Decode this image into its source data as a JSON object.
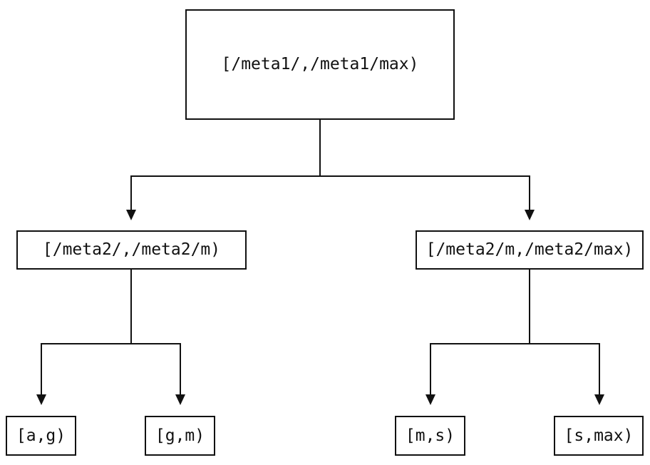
{
  "diagram": {
    "type": "tree",
    "background_color": "#ffffff",
    "line_color": "#111111",
    "nodes": {
      "root": {
        "label": "[/meta1/,/meta1/max)"
      },
      "meta2_low": {
        "label": "[/meta2/,/meta2/m)"
      },
      "meta2_high": {
        "label": "[/meta2/m,/meta2/max)"
      },
      "leaf_a_g": {
        "label": "[a,g)"
      },
      "leaf_g_m": {
        "label": "[g,m)"
      },
      "leaf_m_s": {
        "label": "[m,s)"
      },
      "leaf_s_max": {
        "label": "[s,max)"
      }
    },
    "edges": [
      {
        "from": "root",
        "to": "meta2_low"
      },
      {
        "from": "root",
        "to": "meta2_high"
      },
      {
        "from": "meta2_low",
        "to": "leaf_a_g"
      },
      {
        "from": "meta2_low",
        "to": "leaf_g_m"
      },
      {
        "from": "meta2_high",
        "to": "leaf_m_s"
      },
      {
        "from": "meta2_high",
        "to": "leaf_s_max"
      }
    ]
  }
}
